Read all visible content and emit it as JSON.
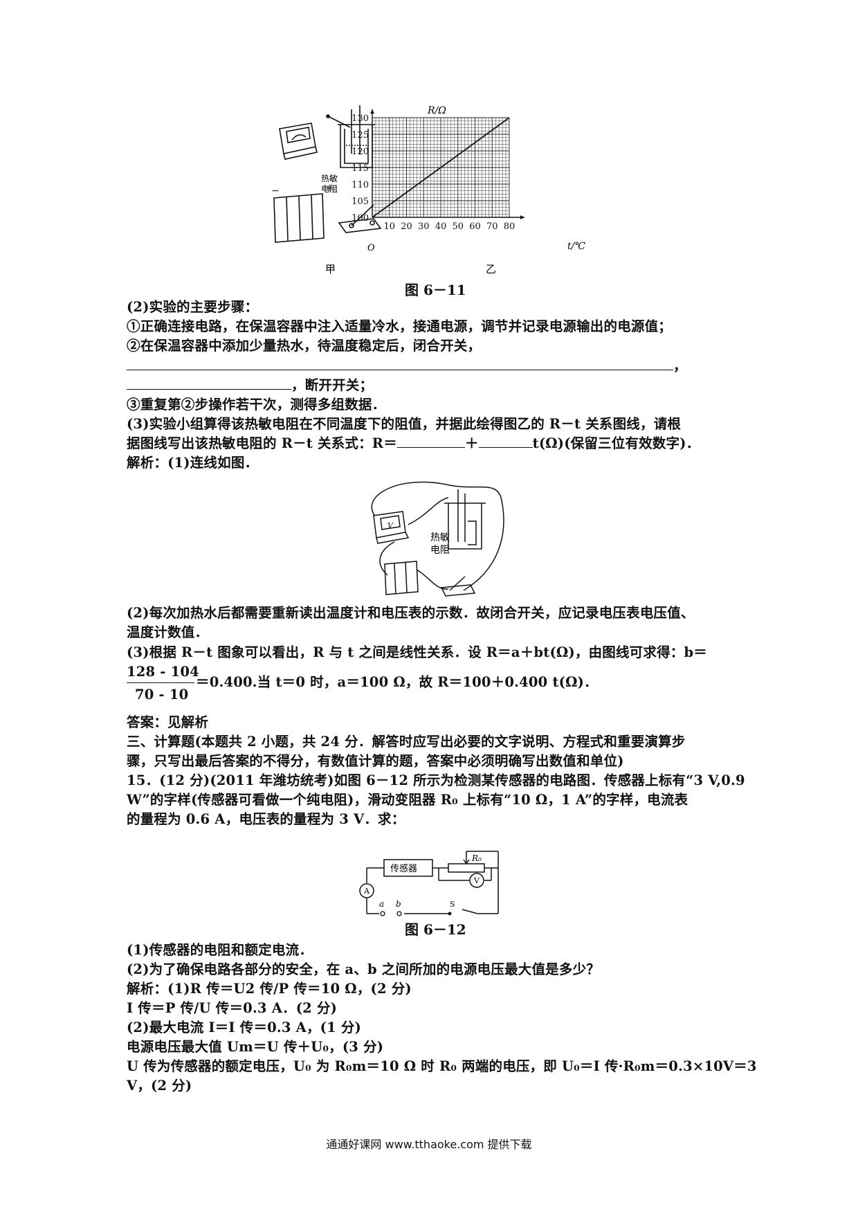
{
  "figure611": {
    "chart_data": {
      "type": "line",
      "x_values": [
        0,
        80
      ],
      "y_values": [
        100,
        130
      ],
      "xlabel": "t/℃",
      "ylabel": "R/Ω",
      "xlim": [
        0,
        80
      ],
      "ylim": [
        100,
        130
      ],
      "xticks": [
        "10",
        "20",
        "30",
        "40",
        "50",
        "60",
        "70",
        "80"
      ],
      "yticks": [
        "100",
        "105",
        "110",
        "115",
        "120",
        "125",
        "130"
      ],
      "origin_label": "O",
      "grid": true
    },
    "device_label_1": "热敏",
    "device_label_2": "电阻",
    "label_left": "甲",
    "label_right": "乙",
    "caption": "图 6－11"
  },
  "q2": {
    "title": "(2)实验的主要步骤：",
    "step1": "①正确连接电路，在保温容器中注入适量冷水，接通电源，调节并记录电源输出的电源值；",
    "step2": "②在保温容器中添加少量热水，待温度稳定后，闭合开关，",
    "comma": "，",
    "after_blank": "，断开开关；",
    "step3": "③重复第②步操作若干次，测得多组数据．"
  },
  "q3": {
    "line1": "(3)实验小组算得该热敏电阻在不同温度下的阻值，并据此绘得图乙的 R－t 关系图线，请根",
    "line2_a": "据图线写出该热敏电阻的 R－t 关系式：R＝",
    "line2_plus": "＋",
    "line2_b": "t(Ω)(保留三位有效数字)．"
  },
  "analysis": {
    "line1": "解析：(1)连线如图．",
    "circuit_label_1": "热敏",
    "circuit_label_2": "电阻",
    "p2_1": "(2)每次加热水后都需要重新读出温度计和电压表的示数．故闭合开关，应记录电压表电压值、",
    "p2_2": "温度计数值．",
    "p3_1": "(3)根据 R－t 图象可以看出，R 与 t 之间是线性关系．设 R＝a＋bt(Ω)，由图线可求得：b＝",
    "frac_num": "128 - 104",
    "frac_den": "70 - 10",
    "p3_2": "＝0.400.当 t＝0 时，a＝100 Ω，故 R＝100＋0.400 t(Ω)．",
    "answer": "答案：见解析"
  },
  "section3": {
    "line1": "三、计算题(本题共 2 小题，共 24 分．解答时应写出必要的文字说明、方程式和重要演算步",
    "line2": "骤，只写出最后答案的不得分，有数值计算的题，答案中必须明确写出数值和单位)"
  },
  "q15": {
    "line1": "15．(12 分)(2011 年潍坊统考)如图 6－12 所示为检测某传感器的电路图．传感器上标有“3 V,0.9",
    "line2": "W”的字样(传感器可看做一个纯电阻)，滑动变阻器 R₀ 上标有“10 Ω，1 A”的字样，电流表",
    "line3": "的量程为 0.6 A，电压表的量程为 3 V．求：",
    "circuit": {
      "sensor": "传感器",
      "r0": "R₀",
      "ammeter": "A",
      "voltmeter": "V",
      "a": "a",
      "b": "b",
      "s": "S"
    },
    "caption": "图 6－12",
    "sub1": "(1)传感器的电阻和额定电流．",
    "sub2": "(2)为了确保电路各部分的安全，在 a、b 之间所加的电源电压最大值是多少？",
    "sol1": "解析：(1)R 传＝U2 传/P 传＝10 Ω，(2 分)",
    "sol2": "I 传＝P 传/U 传＝0.3 A．(2 分)",
    "sol3": "(2)最大电流 I＝I 传＝0.3 A，(1 分)",
    "sol4": "电源电压最大值 Um＝U 传＋U₀，(3 分)",
    "sol5": "U 传为传感器的额定电压，U₀ 为 R₀m＝10 Ω 时 R₀ 两端的电压，即 U₀＝I 传·R₀m＝0.3×10V＝3",
    "sol6": "V，(2 分)"
  },
  "footer": "通通好课网 www.tthaoke.com 提供下载"
}
